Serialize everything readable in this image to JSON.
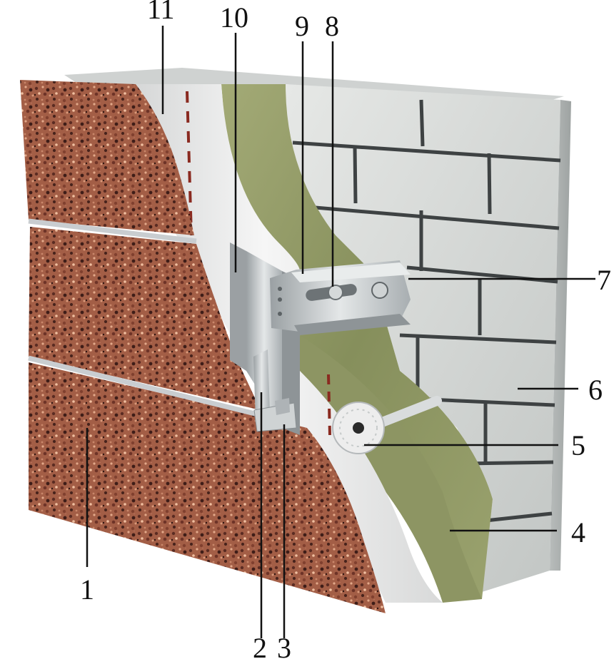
{
  "diagram": {
    "colors": {
      "background": "#ffffff",
      "brick_face": "#d6d8d6",
      "brick_mortar": "#3c3f40",
      "insulation": "#8c9560",
      "membrane": "#ececec",
      "cladding_granite": "#9c5a44",
      "metal": "#bfc4c6",
      "dashed_line": "#8a2a20"
    },
    "callouts": {
      "c1": "1",
      "c2": "2",
      "c3": "3",
      "c4": "4",
      "c5": "5",
      "c6": "6",
      "c7": "7",
      "c8": "8",
      "c9": "9",
      "c10": "10",
      "c11": "11"
    }
  }
}
